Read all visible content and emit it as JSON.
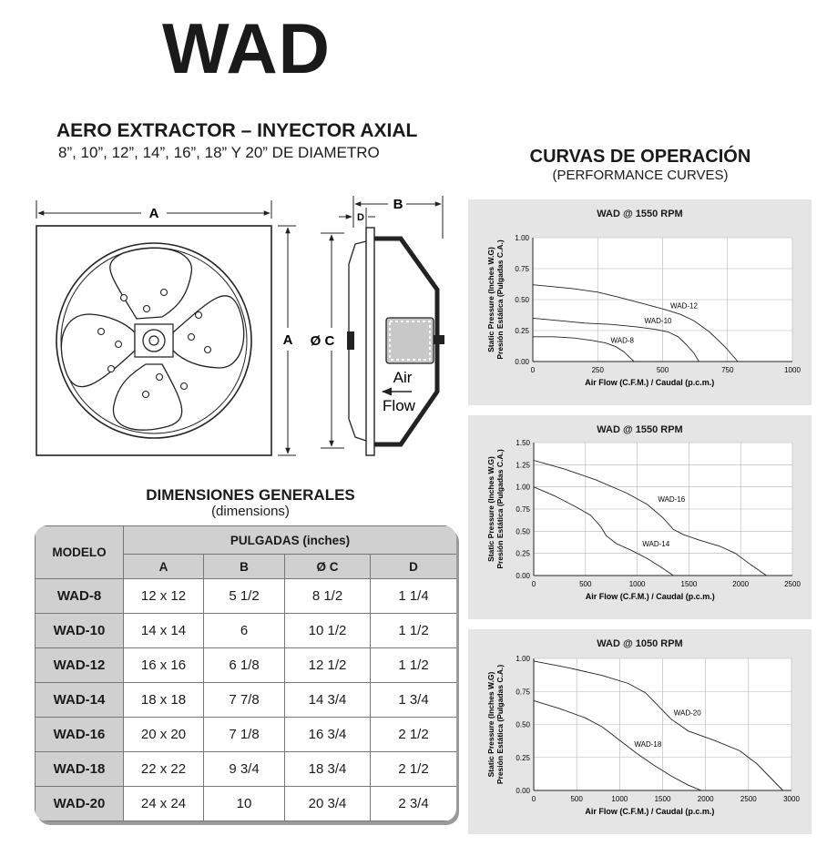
{
  "header": {
    "logo": "WAD",
    "product_title": "AERO EXTRACTOR – INYECTOR AXIAL",
    "product_subtitle": "8”, 10”, 12”, 14”, 16”, 18” Y 20” DE DIAMETRO"
  },
  "drawing": {
    "label_a_top": "A",
    "label_a_side": "A",
    "label_c": "Ø C",
    "label_b": "B",
    "label_d": "D",
    "air_label": "Air",
    "flow_label": "Flow"
  },
  "curves": {
    "title": "CURVAS DE OPERACIÓN",
    "subtitle": "(PERFORMANCE CURVES)"
  },
  "dimensions": {
    "title": "DIMENSIONES GENERALES",
    "subtitle": "(dimensions)",
    "model_header": "MODELO",
    "group_header": "PULGADAS (inches)",
    "columns": [
      "A",
      "B",
      "Ø C",
      "D"
    ],
    "rows": [
      {
        "model": "WAD-8",
        "a": "12 x 12",
        "b": "5 1/2",
        "c": "8 1/2",
        "d": "1 1/4"
      },
      {
        "model": "WAD-10",
        "a": "14 x 14",
        "b": "6",
        "c": "10 1/2",
        "d": "1 1/2"
      },
      {
        "model": "WAD-12",
        "a": "16 x 16",
        "b": "6 1/8",
        "c": "12 1/2",
        "d": "1 1/2"
      },
      {
        "model": "WAD-14",
        "a": "18 x 18",
        "b": "7 7/8",
        "c": "14  3/4",
        "d": "1 3/4"
      },
      {
        "model": "WAD-16",
        "a": "20 x 20",
        "b": "7 1/8",
        "c": "16 3/4",
        "d": "2 1/2"
      },
      {
        "model": "WAD-18",
        "a": "22 x 22",
        "b": "9 3/4",
        "c": "18 3/4",
        "d": "2 1/2"
      },
      {
        "model": "WAD-20",
        "a": "24 x 24",
        "b": "10",
        "c": "20 3/4",
        "d": "2 3/4"
      }
    ]
  },
  "chart_data": [
    {
      "type": "line",
      "title": "WAD @ 1550 RPM",
      "xlabel": "Air Flow (C.F.M.) / Caudal (p.c.m.)",
      "ylabel": [
        "Static Pressure (Inches W.G)",
        "Presión Estática (Pulgadas C.A.)"
      ],
      "xlim": [
        0,
        1000
      ],
      "ylim": [
        0,
        1.0
      ],
      "xticks": [
        0,
        250,
        500,
        750,
        1000
      ],
      "yticks": [
        0,
        0.25,
        0.5,
        0.75,
        1.0
      ],
      "ytick_labels": [
        "0.00",
        "0.25",
        "0.50",
        "0.75",
        "1.00"
      ],
      "grid": true,
      "series": [
        {
          "name": "WAD-12",
          "x": [
            0,
            150,
            250,
            330,
            420,
            510,
            570,
            620,
            680,
            740,
            790
          ],
          "y": [
            0.62,
            0.59,
            0.56,
            0.52,
            0.47,
            0.42,
            0.38,
            0.33,
            0.24,
            0.12,
            0
          ]
        },
        {
          "name": "WAD-10",
          "x": [
            0,
            100,
            200,
            300,
            400,
            470,
            520,
            560,
            590,
            620,
            640
          ],
          "y": [
            0.35,
            0.33,
            0.31,
            0.3,
            0.28,
            0.26,
            0.24,
            0.2,
            0.14,
            0.07,
            0
          ]
        },
        {
          "name": "WAD-8",
          "x": [
            0,
            80,
            160,
            230,
            280,
            320,
            350,
            370,
            390
          ],
          "y": [
            0.2,
            0.2,
            0.19,
            0.17,
            0.15,
            0.12,
            0.08,
            0.04,
            0
          ]
        }
      ],
      "annotations": [
        {
          "text": "WAD-12",
          "x": 530,
          "y": 0.43
        },
        {
          "text": "WAD-10",
          "x": 430,
          "y": 0.31
        },
        {
          "text": "WAD-8",
          "x": 300,
          "y": 0.15
        }
      ]
    },
    {
      "type": "line",
      "title": "WAD @ 1550 RPM",
      "xlabel": "Air Flow (C.F.M.) / Caudal (p.c.m.)",
      "ylabel": [
        "Static Pressure (Inches W.G)",
        "Presión Estática (Pulgadas C.A.)"
      ],
      "xlim": [
        0,
        2500
      ],
      "ylim": [
        0,
        1.5
      ],
      "xticks": [
        0,
        500,
        1000,
        1500,
        2000,
        2500
      ],
      "yticks": [
        0,
        0.25,
        0.5,
        0.75,
        1.0,
        1.25,
        1.5
      ],
      "ytick_labels": [
        "0.00",
        "0.25",
        "0.50",
        "0.75",
        "1.00",
        "1.25",
        "1.50"
      ],
      "grid": true,
      "series": [
        {
          "name": "WAD-16",
          "x": [
            0,
            300,
            600,
            900,
            1100,
            1250,
            1350,
            1450,
            1600,
            1800,
            1950,
            2100,
            2250
          ],
          "y": [
            1.3,
            1.2,
            1.08,
            0.93,
            0.8,
            0.65,
            0.52,
            0.46,
            0.4,
            0.33,
            0.25,
            0.12,
            0
          ]
        },
        {
          "name": "WAD-14",
          "x": [
            0,
            200,
            400,
            550,
            650,
            700,
            800,
            950,
            1100,
            1250,
            1350
          ],
          "y": [
            1.0,
            0.9,
            0.78,
            0.68,
            0.55,
            0.45,
            0.36,
            0.28,
            0.19,
            0.08,
            0
          ]
        }
      ],
      "annotations": [
        {
          "text": "WAD-16",
          "x": 1200,
          "y": 0.83
        },
        {
          "text": "WAD-14",
          "x": 1050,
          "y": 0.33
        }
      ]
    },
    {
      "type": "line",
      "title": "WAD @ 1050 RPM",
      "xlabel": "Air Flow (C.F.M.) / Caudal (p.c.m.)",
      "ylabel": [
        "Static Pressure (Inches W.G)",
        "Presión Estática (Pulgadas C.A.)"
      ],
      "xlim": [
        0,
        3000
      ],
      "ylim": [
        0,
        1.0
      ],
      "xticks": [
        0,
        500,
        1000,
        1500,
        2000,
        2500,
        3000
      ],
      "yticks": [
        0,
        0.25,
        0.5,
        0.75,
        1.0
      ],
      "ytick_labels": [
        "0.00",
        "0.25",
        "0.50",
        "0.75",
        "1.00"
      ],
      "grid": true,
      "series": [
        {
          "name": "WAD-20",
          "x": [
            0,
            400,
            800,
            1100,
            1300,
            1450,
            1600,
            1800,
            2100,
            2400,
            2600,
            2750,
            2900
          ],
          "y": [
            0.98,
            0.93,
            0.87,
            0.81,
            0.74,
            0.64,
            0.54,
            0.45,
            0.38,
            0.3,
            0.2,
            0.1,
            0
          ]
        },
        {
          "name": "WAD-18",
          "x": [
            0,
            300,
            600,
            800,
            1000,
            1200,
            1400,
            1600,
            1800,
            1950
          ],
          "y": [
            0.68,
            0.62,
            0.55,
            0.48,
            0.38,
            0.28,
            0.19,
            0.11,
            0.04,
            0
          ]
        }
      ],
      "annotations": [
        {
          "text": "WAD-20",
          "x": 1630,
          "y": 0.57
        },
        {
          "text": "WAD-18",
          "x": 1170,
          "y": 0.33
        }
      ]
    }
  ]
}
